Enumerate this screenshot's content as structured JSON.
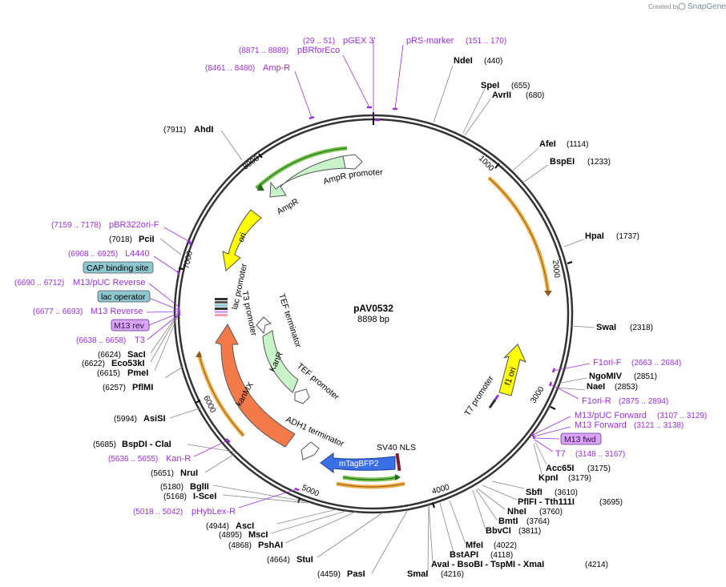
{
  "credit": "Created by",
  "brand": "SnapGene",
  "plasmid": {
    "name": "pAV0532",
    "length": "8898 bp"
  },
  "ticks": [
    "1000",
    "2000",
    "3000",
    "4000",
    "5000",
    "6000",
    "7000",
    "8000"
  ],
  "enzymes": [
    {
      "name": "NdeI",
      "pos": "(440)"
    },
    {
      "name": "SpeI",
      "pos": "(655)"
    },
    {
      "name": "AvrII",
      "pos": "(680)"
    },
    {
      "name": "AfeI",
      "pos": "(1114)"
    },
    {
      "name": "BspEI",
      "pos": "(1233)"
    },
    {
      "name": "HpaI",
      "pos": "(1737)"
    },
    {
      "name": "SwaI",
      "pos": "(2318)"
    },
    {
      "name": "NgoMIV",
      "pos": "(2851)"
    },
    {
      "name": "NaeI",
      "pos": "(2853)"
    },
    {
      "name": "Acc65I",
      "pos": "(3175)"
    },
    {
      "name": "KpnI",
      "pos": "(3179)"
    },
    {
      "name": "SbfI",
      "pos": "(3610)"
    },
    {
      "name": "PflFI - Tth111I",
      "pos": "(3695)"
    },
    {
      "name": "NheI",
      "pos": "(3760)"
    },
    {
      "name": "BmtI",
      "pos": "(3764)"
    },
    {
      "name": "BbvCI",
      "pos": "(3811)"
    },
    {
      "name": "MfeI",
      "pos": "(4022)"
    },
    {
      "name": "BstAPI",
      "pos": "(4118)"
    },
    {
      "name": "AvaI - BsoBI - TspMI - XmaI",
      "pos": "(4214)"
    },
    {
      "name": "SmaI",
      "pos": "(4216)"
    },
    {
      "name": "PasI",
      "pos": "(4459)"
    },
    {
      "name": "StuI",
      "pos": "(4664)"
    },
    {
      "name": "PshAI",
      "pos": "(4868)"
    },
    {
      "name": "MscI",
      "pos": "(4895)"
    },
    {
      "name": "AscI",
      "pos": "(4944)"
    },
    {
      "name": "I-SceI",
      "pos": "(5168)"
    },
    {
      "name": "BglII",
      "pos": "(5180)"
    },
    {
      "name": "NruI",
      "pos": "(5651)"
    },
    {
      "name": "BspDI - ClaI",
      "pos": "(5685)"
    },
    {
      "name": "AsiSI",
      "pos": "(5994)"
    },
    {
      "name": "PflMI",
      "pos": "(6257)"
    },
    {
      "name": "PmeI",
      "pos": "(6615)"
    },
    {
      "name": "Eco53kI",
      "pos": "(6622)"
    },
    {
      "name": "SacI",
      "pos": "(6624)"
    },
    {
      "name": "PciI",
      "pos": "(7018)"
    },
    {
      "name": "AhdI",
      "pos": "(7911)"
    }
  ],
  "primers": [
    {
      "name": "pGEX 3'",
      "pos": "(29 .. 51)"
    },
    {
      "name": "pRS-marker",
      "pos": "(151 .. 170)"
    },
    {
      "name": "pBRforEco",
      "pos": "(8871 .. 8889)"
    },
    {
      "name": "Amp-R",
      "pos": "(8461 .. 8480)"
    },
    {
      "name": "pBR322ori-F",
      "pos": "(7159 .. 7178)"
    },
    {
      "name": "L4440",
      "pos": "(6908 .. 6925)"
    },
    {
      "name": "M13/pUC Reverse",
      "pos": "(6690 .. 6712)"
    },
    {
      "name": "M13 Reverse",
      "pos": "(6677 .. 6693)"
    },
    {
      "name": "T3",
      "pos": "(6638 .. 6658)"
    },
    {
      "name": "F1ori-F",
      "pos": "(2663 .. 2684)"
    },
    {
      "name": "F1ori-R",
      "pos": "(2875 .. 2894)"
    },
    {
      "name": "M13/pUC Forward",
      "pos": "(3107 .. 3129)"
    },
    {
      "name": "M13 Forward",
      "pos": "(3121 .. 3138)"
    },
    {
      "name": "T7",
      "pos": "(3148 .. 3167)"
    },
    {
      "name": "Kan-R",
      "pos": "(5636 .. 5655)"
    },
    {
      "name": "pHybLex-R",
      "pos": "(5018 .. 5042)"
    }
  ],
  "boxed": [
    "CAP binding site",
    "lac operator",
    "M13 rev",
    "M13 fwd"
  ],
  "features": [
    "AmpR promoter",
    "AmpR",
    "ori",
    "lac promoter",
    "T3 promoter",
    "TEF terminator",
    "KanR",
    "TEF promoter",
    "kanMX",
    "ADH1 terminator",
    "SV40 NLS",
    "mTagBFP2",
    "T7 promoter",
    "f1 ori"
  ],
  "colors": {
    "enzyme": "#000000",
    "primer": "#9b30d9",
    "ampr": "#c9f3c9",
    "ori": "#ffff00",
    "kanmx": "#f47a4a",
    "bfp": "#3b6fe8",
    "orf": "#f2b04a",
    "box_blue": "#8fc7d1",
    "box_purple": "#d7a6f0"
  }
}
